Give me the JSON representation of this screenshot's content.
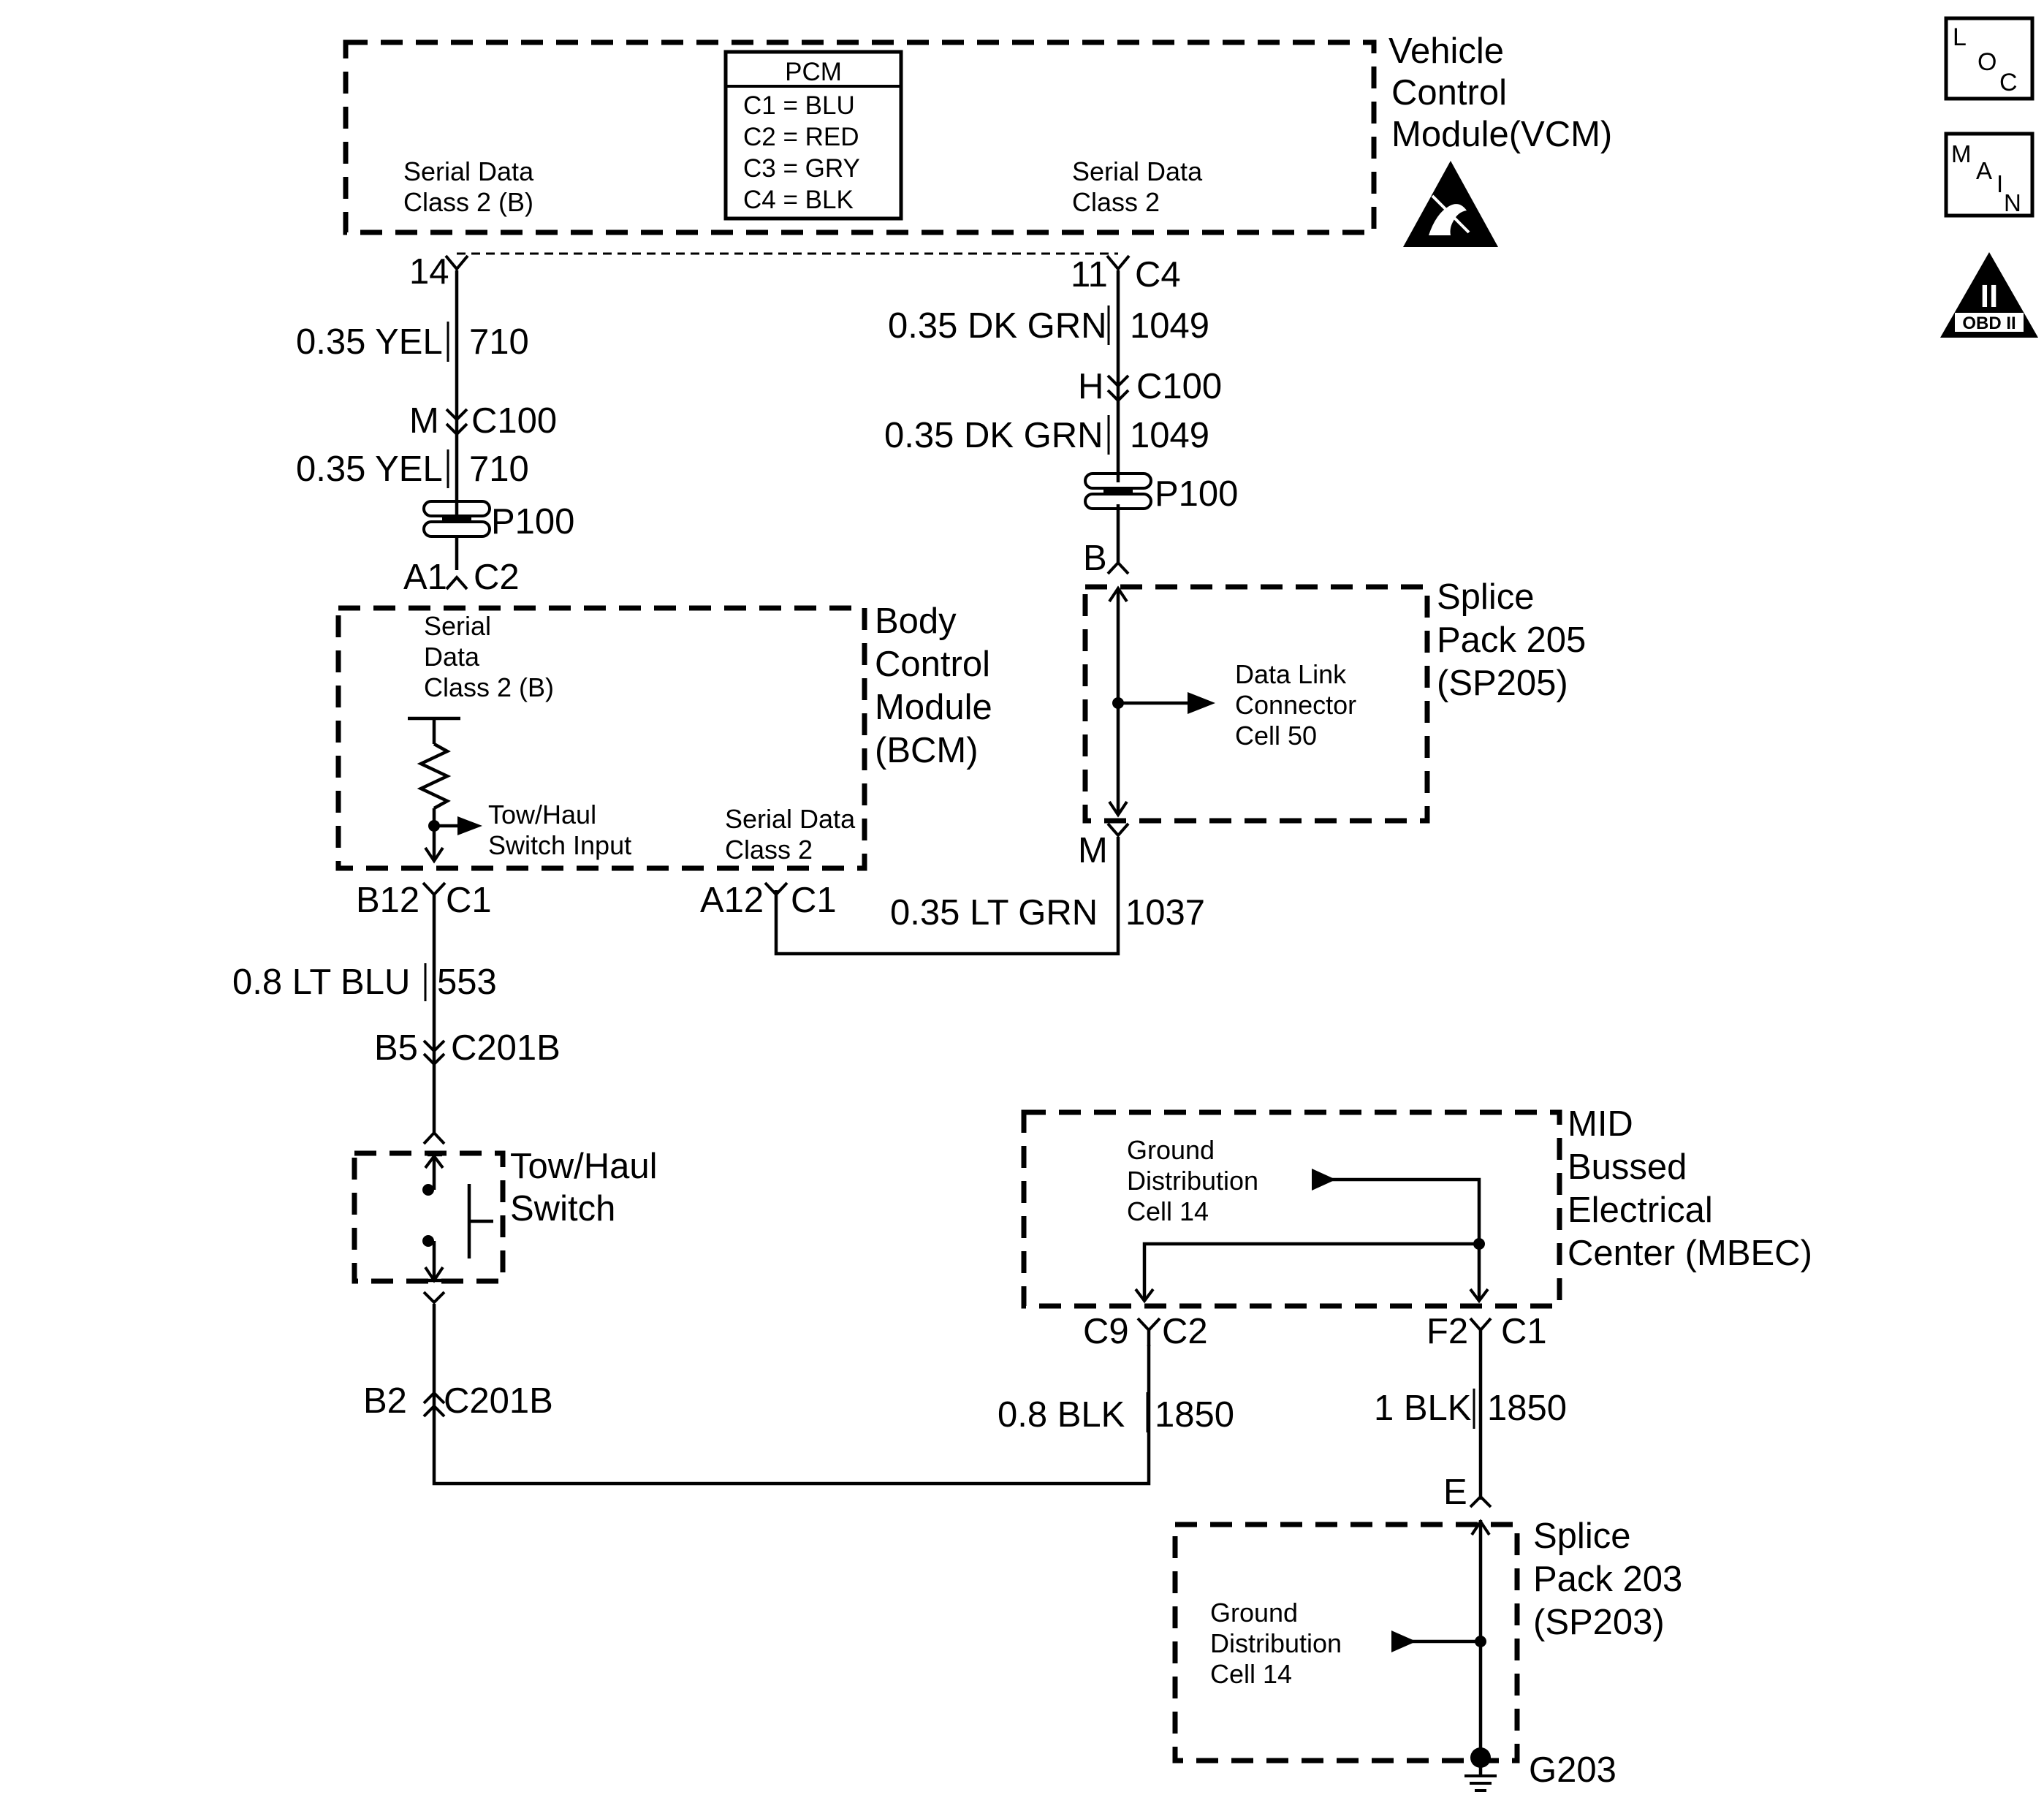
{
  "vcm": {
    "name_line1": "Vehicle",
    "name_line2": "Control",
    "name_line3": "Module(VCM)",
    "serial_b_line1": "Serial Data",
    "serial_b_line2": "Class 2 (B)",
    "serial_line1": "Serial Data",
    "serial_line2": "Class 2"
  },
  "pcm_table": {
    "title": "PCM",
    "rows": [
      "C1 = BLU",
      "C2 = RED",
      "C3 = GRY",
      "C4 = BLK"
    ]
  },
  "badges": {
    "loc": [
      "L",
      "O",
      "C"
    ],
    "main": [
      "M",
      "A",
      "I",
      "N"
    ],
    "obd_numeral": "II",
    "obd_text": "OBD II"
  },
  "left_circuit": {
    "pin_top": "14",
    "wire1_size_color": "0.35 YEL",
    "wire1_circuit": "710",
    "c100_pin": "M",
    "c100": "C100",
    "wire2_size_color": "0.35 YEL",
    "wire2_circuit": "710",
    "p100": "P100",
    "bcm_pin_top": "A1",
    "bcm_conn_top": "C2"
  },
  "right_circuit": {
    "pin_top": "11",
    "conn_top": "C4",
    "wire1_size_color": "0.35 DK GRN",
    "wire1_circuit": "1049",
    "c100_pin": "H",
    "c100": "C100",
    "wire2_size_color": "0.35 DK GRN",
    "wire2_circuit": "1049",
    "p100": "P100",
    "sp205_pin_top": "B",
    "sp205_pin_bottom": "M",
    "wire3_size_color": "0.35 LT GRN",
    "wire3_circuit": "1037"
  },
  "bcm": {
    "name_line1": "Body",
    "name_line2": "Control",
    "name_line3": "Module",
    "name_line4": "(BCM)",
    "serial_b_line1": "Serial",
    "serial_b_line2": "Data",
    "serial_b_line3": "Class 2 (B)",
    "tow_line1": "Tow/Haul",
    "tow_line2": "Switch Input",
    "serial_line1": "Serial Data",
    "serial_line2": "Class 2",
    "pin_b12": "B12",
    "conn_b12": "C1",
    "pin_a12": "A12",
    "conn_a12": "C1"
  },
  "sp205": {
    "name_line1": "Splice",
    "name_line2": "Pack 205",
    "name_line3": "(SP205)",
    "ref_line1": "Data Link",
    "ref_line2": "Connector",
    "ref_line3": "Cell 50"
  },
  "tow_circuit": {
    "wire_size_color": "0.8 LT BLU",
    "wire_circuit": "553",
    "c201b_pin_top": "B5",
    "c201b_top": "C201B",
    "switch_line1": "Tow/Haul",
    "switch_line2": "Switch",
    "c201b_pin_bottom": "B2",
    "c201b_bottom": "C201B"
  },
  "mbec": {
    "name_line1": "MID",
    "name_line2": "Bussed",
    "name_line3": "Electrical",
    "name_line4": "Center (MBEC)",
    "ref_line1": "Ground",
    "ref_line2": "Distribution",
    "ref_line3": "Cell 14",
    "pin_c9": "C9",
    "conn_c9": "C2",
    "pin_f2": "F2",
    "conn_f2": "C1"
  },
  "ground_circuit": {
    "left_size_color": "0.8 BLK",
    "left_circuit": "1850",
    "right_size_color": "1 BLK",
    "right_circuit": "1850",
    "sp203_pin": "E",
    "ground": "G203"
  },
  "sp203": {
    "name_line1": "Splice",
    "name_line2": "Pack 203",
    "name_line3": "(SP203)",
    "ref_line1": "Ground",
    "ref_line2": "Distribution",
    "ref_line3": "Cell 14"
  }
}
